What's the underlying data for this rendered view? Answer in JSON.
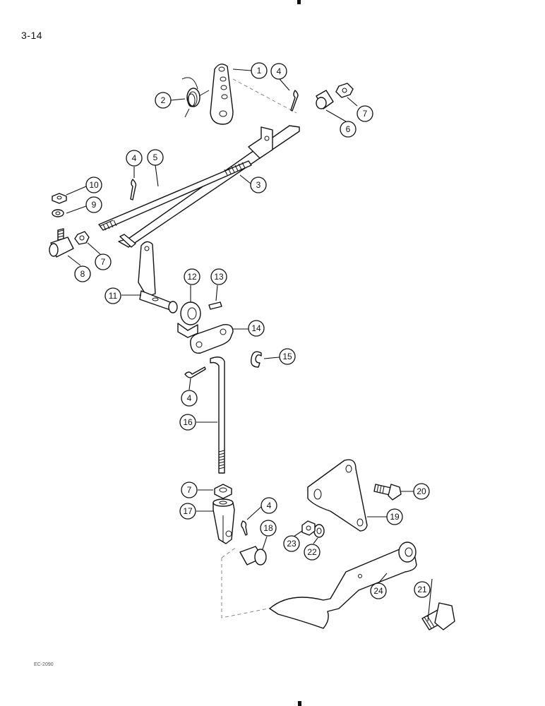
{
  "page": {
    "number": "3-14",
    "figure_code": "EC-2090"
  },
  "callouts": [
    {
      "label": "1"
    },
    {
      "label": "2"
    },
    {
      "label": "3"
    },
    {
      "label": "4"
    },
    {
      "label": "4"
    },
    {
      "label": "4"
    },
    {
      "label": "4"
    },
    {
      "label": "5"
    },
    {
      "label": "6"
    },
    {
      "label": "7"
    },
    {
      "label": "7"
    },
    {
      "label": "7"
    },
    {
      "label": "8"
    },
    {
      "label": "9"
    },
    {
      "label": "10"
    },
    {
      "label": "11"
    },
    {
      "label": "12"
    },
    {
      "label": "13"
    },
    {
      "label": "14"
    },
    {
      "label": "15"
    },
    {
      "label": "16"
    },
    {
      "label": "17"
    },
    {
      "label": "18"
    },
    {
      "label": "19"
    },
    {
      "label": "20"
    },
    {
      "label": "21"
    },
    {
      "label": "22"
    },
    {
      "label": "23"
    },
    {
      "label": "24"
    }
  ]
}
